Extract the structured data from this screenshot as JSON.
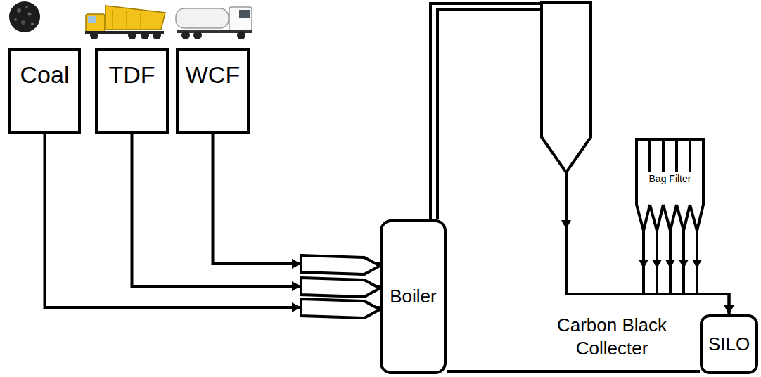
{
  "diagram": {
    "nodes": [
      {
        "text": [
          "Coal"
        ]
      },
      {
        "text": [
          "TDF"
        ]
      },
      {
        "text": [
          "WCF"
        ]
      },
      {
        "text": [
          "Boiler"
        ]
      },
      {
        "text": [
          "Bag Filter"
        ]
      },
      {
        "text": [
          "SILO"
        ]
      }
    ],
    "edges": [
      {
        "from": 0,
        "to": 3,
        "arrow": "to"
      },
      {
        "from": 1,
        "to": 3,
        "arrow": "to"
      },
      {
        "from": 2,
        "to": 3,
        "arrow": "to"
      },
      {
        "from": 3,
        "to": 5,
        "arrow": "to"
      },
      {
        "from": 4,
        "to": 5,
        "arrow": "to"
      },
      {
        "from": 3,
        "to": 5,
        "arrow": "none"
      }
    ],
    "labels": [
      "Carbon Black Collecter"
    ]
  }
}
